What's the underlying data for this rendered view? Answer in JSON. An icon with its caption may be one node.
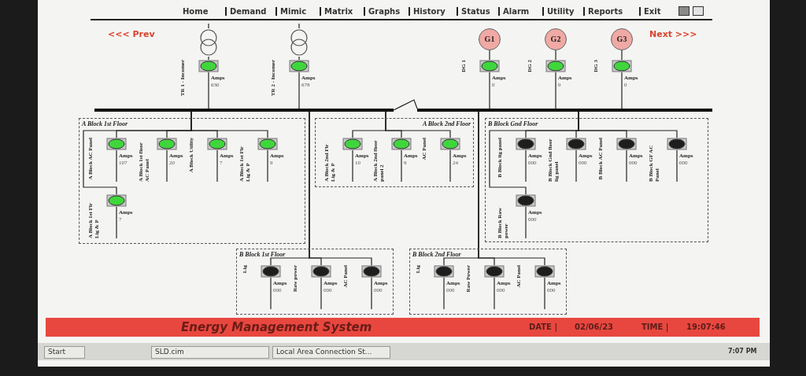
{
  "diagram": {
    "title": "Energy Management System",
    "nodes": [
      {
        "text": [],
        "shape": "circle"
      },
      {
        "text": [
          "TR 1 - Incomer",
          "Amps",
          "630"
        ]
      },
      {
        "text": [],
        "shape": "circle"
      },
      {
        "text": [
          "TR 2 - Incomer",
          "Amps",
          "678"
        ]
      },
      {
        "text": [
          "G1"
        ]
      },
      {
        "text": [
          "DG 1",
          "Amps",
          "0"
        ]
      },
      {
        "text": [
          "G2"
        ]
      },
      {
        "text": [
          "DG 2",
          "Amps",
          "0"
        ]
      },
      {
        "text": [
          "G3"
        ]
      },
      {
        "text": [
          "DG 3",
          "Amps",
          "0"
        ]
      },
      {
        "text": [],
        "shape": "bar"
      },
      {
        "text": [],
        "shape": "bar"
      },
      {
        "text": [
          "A Block 1st Floor"
        ]
      },
      {
        "text": [
          "A Block AC Panel",
          "Amps",
          "107"
        ],
        "in": 12
      },
      {
        "text": [
          "A Block 1st floor AC Panel",
          "Amps",
          "20"
        ],
        "in": 12
      },
      {
        "text": [
          "A Block Utility",
          "Amps",
          "7"
        ],
        "in": 12
      },
      {
        "text": [
          "A Block 1st Flr Lig & P",
          "Amps",
          "9"
        ],
        "in": 12
      },
      {
        "text": [
          "A Block 1st Flr Lig & P",
          "Amps",
          "7"
        ],
        "in": 12
      },
      {
        "text": [
          "A Block 2nd Floor"
        ]
      },
      {
        "text": [
          "A Block 2nd Flr Lig & P",
          "Amps",
          "10"
        ],
        "in": 18
      },
      {
        "text": [
          "A Block 2nd floor panel 2",
          "Amps",
          "9"
        ],
        "in": 18
      },
      {
        "text": [
          "AC Panel",
          "Amps",
          "24"
        ],
        "in": 18
      },
      {
        "text": [
          "B Block Gnd Floor"
        ]
      },
      {
        "text": [
          "B Block lig panel",
          "Amps",
          "000"
        ],
        "in": 22
      },
      {
        "text": [
          "B Block Gnd floor lig panel",
          "Amps",
          "000"
        ],
        "in": 22
      },
      {
        "text": [
          "B Block AC Panel",
          "Amps",
          "000"
        ],
        "in": 22
      },
      {
        "text": [
          "B Block GF AC Panel",
          "Amps",
          "000"
        ],
        "in": 22
      },
      {
        "text": [
          "B Block Raw power",
          "Amps",
          "000"
        ],
        "in": 22
      },
      {
        "text": [
          "B Block 1st Floor"
        ]
      },
      {
        "text": [
          "Lig",
          "Amps",
          "000"
        ],
        "in": 28
      },
      {
        "text": [
          "Raw power",
          "Amps",
          "000"
        ],
        "in": 28
      },
      {
        "text": [
          "AC Panel",
          "Amps",
          "000"
        ],
        "in": 28
      },
      {
        "text": [
          "B Block 2nd Floor"
        ]
      },
      {
        "text": [
          "Lig",
          "Amps",
          "000"
        ],
        "in": 32
      },
      {
        "text": [
          "Raw Power",
          "Amps",
          "000"
        ],
        "in": 32
      },
      {
        "text": [
          "AC Panel",
          "Amps",
          "000"
        ],
        "in": 32
      }
    ],
    "edges": [
      {
        "from": null,
        "to": 0,
        "arrow": "none"
      },
      {
        "from": 0,
        "to": 1,
        "arrow": "none"
      },
      {
        "from": 1,
        "to": 10,
        "arrow": "none"
      },
      {
        "from": null,
        "to": 2,
        "arrow": "none"
      },
      {
        "from": 2,
        "to": 3,
        "arrow": "none"
      },
      {
        "from": 3,
        "to": 10,
        "arrow": "none"
      },
      {
        "from": 4,
        "to": 5,
        "arrow": "none"
      },
      {
        "from": 5,
        "to": 11,
        "arrow": "none"
      },
      {
        "from": 6,
        "to": 7,
        "arrow": "none"
      },
      {
        "from": 7,
        "to": 11,
        "arrow": "none"
      },
      {
        "from": 8,
        "to": 9,
        "arrow": "none"
      },
      {
        "from": 9,
        "to": 11,
        "arrow": "none"
      },
      {
        "from": 10,
        "to": 11,
        "arrow": "none"
      },
      {
        "from": 10,
        "to": 13,
        "arrow": "none"
      },
      {
        "from": 10,
        "to": 14,
        "arrow": "none"
      },
      {
        "from": 10,
        "to": 15,
        "arrow": "none"
      },
      {
        "from": 10,
        "to": 16,
        "arrow": "none"
      },
      {
        "from": 10,
        "to": 17,
        "arrow": "none"
      },
      {
        "from": 10,
        "to": 19,
        "arrow": "none"
      },
      {
        "from": 10,
        "to": 20,
        "arrow": "none"
      },
      {
        "from": 10,
        "to": 21,
        "arrow": "none"
      },
      {
        "from": 11,
        "to": 23,
        "arrow": "none"
      },
      {
        "from": 11,
        "to": 24,
        "arrow": "none"
      },
      {
        "from": 11,
        "to": 25,
        "arrow": "none"
      },
      {
        "from": 11,
        "to": 26,
        "arrow": "none"
      },
      {
        "from": 11,
        "to": 27,
        "arrow": "none"
      },
      {
        "from": 10,
        "to": 29,
        "arrow": "none"
      },
      {
        "from": 10,
        "to": 30,
        "arrow": "none"
      },
      {
        "from": 10,
        "to": 31,
        "arrow": "none"
      },
      {
        "from": 11,
        "to": 33,
        "arrow": "none"
      },
      {
        "from": 11,
        "to": 34,
        "arrow": "none"
      },
      {
        "from": 11,
        "to": 35,
        "arrow": "none"
      }
    ],
    "labels": [
      "Home",
      "Demand",
      "Mimic",
      "Matrix",
      "Graphs",
      "History",
      "Status",
      "Alarm",
      "Utility",
      "Reports",
      "Exit",
      "<<< Prev",
      "Next >>>",
      "DATE |",
      "02/06/23",
      "TIME |",
      "19:07:46",
      "Start",
      "SLD.cim",
      "Local Area Connection St...",
      "7:07 PM"
    ]
  }
}
